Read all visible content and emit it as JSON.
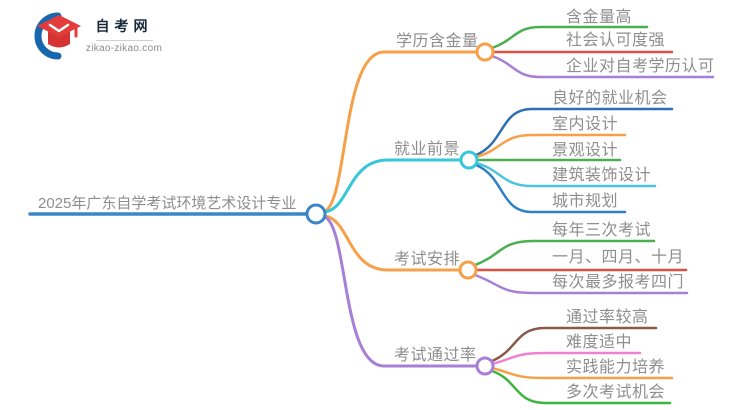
{
  "logo": {
    "title": "自考网",
    "domain": "zikao-zikao.com",
    "icon": "graduation-cap-icon",
    "cap_color": "#e23c3c",
    "swoosh_color": "#1766ae"
  },
  "root": {
    "label": "2025年广东自学考试环境艺术设计专业"
  },
  "branches": [
    {
      "label": "学历含金量",
      "color": "#f7a04a",
      "children": [
        {
          "label": "含金量高",
          "color": "#4aaf4f"
        },
        {
          "label": "社会认可度强",
          "color": "#dd5145"
        },
        {
          "label": "企业对自考学历认可",
          "color": "#a77fd6"
        }
      ]
    },
    {
      "label": "就业前景",
      "color": "#38c6da",
      "children": [
        {
          "label": "良好的就业机会",
          "color": "#2e6fb2"
        },
        {
          "label": "室内设计",
          "color": "#f7a04a"
        },
        {
          "label": "景观设计",
          "color": "#4aaf4f"
        },
        {
          "label": "建筑装饰设计",
          "color": "#4ec3e0"
        },
        {
          "label": "城市规划",
          "color": "#2e7fc4"
        }
      ]
    },
    {
      "label": "考试安排",
      "color": "#f7a04a",
      "children": [
        {
          "label": "每年三次考试",
          "color": "#4aaf4f"
        },
        {
          "label": "一月、四月、十月",
          "color": "#dd5145"
        },
        {
          "label": "每次最多报考四门",
          "color": "#a77fd6"
        }
      ]
    },
    {
      "label": "考试通过率",
      "color": "#a77fd6",
      "children": [
        {
          "label": "通过率较高",
          "color": "#8a5a48"
        },
        {
          "label": "难度适中",
          "color": "#ee82d0"
        },
        {
          "label": "实践能力培养",
          "color": "#f7a04a"
        },
        {
          "label": "多次考试机会",
          "color": "#3db53d"
        }
      ]
    }
  ],
  "colors": {
    "root_blue": "#3c85c6",
    "text_gray": "#8e8e8e",
    "background": "#ffffff"
  }
}
